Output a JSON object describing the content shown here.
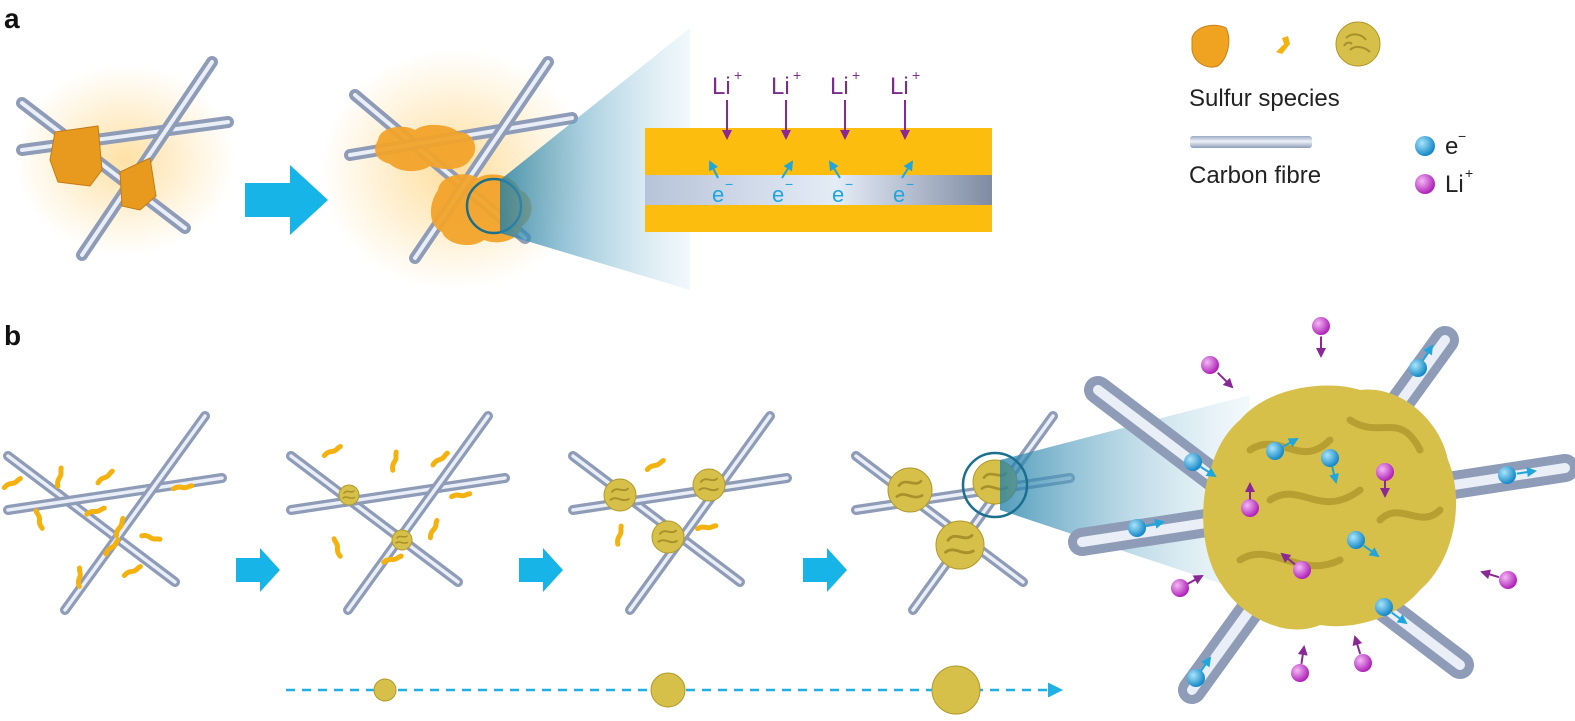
{
  "panels": {
    "a": "a",
    "b": "b"
  },
  "legend": {
    "sulfur_species": "Sulfur species",
    "carbon_fibre": "Carbon fibre",
    "electron": "e",
    "electron_sup": "−",
    "lithium": "Li",
    "lithium_sup": "+"
  },
  "inset_a": {
    "li_label": "Li",
    "li_sup": "+",
    "e_label": "e",
    "e_sup": "−"
  },
  "colors": {
    "fibre": "#b8c6dc",
    "fibre_highlight": "#e6ecf6",
    "sulfur_orange": "#f2a726",
    "sulfur_glow": "#ffc85a",
    "sulfur_yellow": "#d9c34a",
    "arrow_blue": "#17b4e8",
    "lithium_purple": "#c030c8",
    "electron_blue": "#2aa8e6"
  }
}
